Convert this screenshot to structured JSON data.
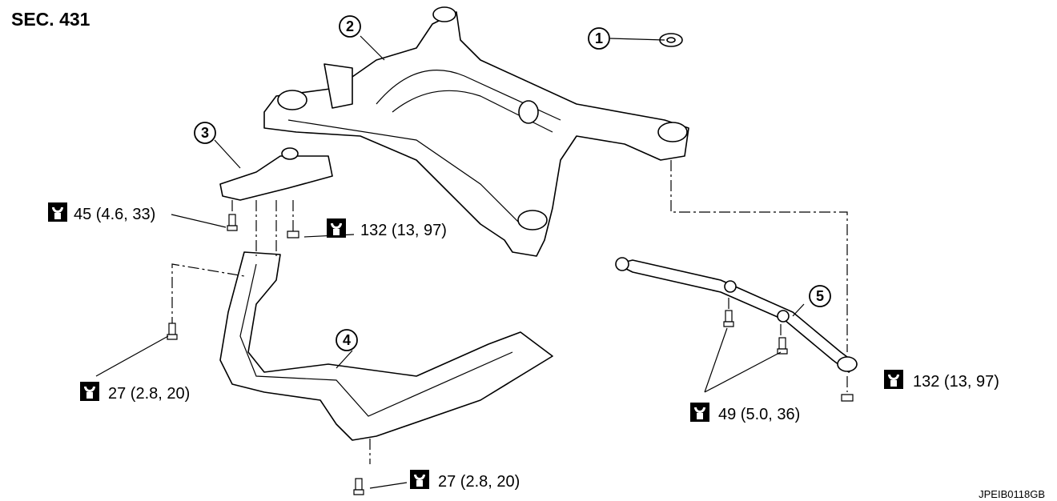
{
  "section": "SEC. 431",
  "figure_id": "JPEIB0118GB",
  "callouts": [
    "1",
    "2",
    "3",
    "4",
    "5"
  ],
  "torques": [
    {
      "value": "45 (4.6, 33)",
      "icon": "torque-wrench-icon"
    },
    {
      "value": "132 (13, 97)",
      "icon": "torque-wrench-icon"
    },
    {
      "value": "27 (2.8, 20)",
      "icon": "torque-wrench-icon"
    },
    {
      "value": "27 (2.8, 20)",
      "icon": "torque-wrench-icon"
    },
    {
      "value": "49 (5.0, 36)",
      "icon": "torque-wrench-icon"
    },
    {
      "value": "132 (13, 97)",
      "icon": "torque-wrench-icon"
    }
  ]
}
